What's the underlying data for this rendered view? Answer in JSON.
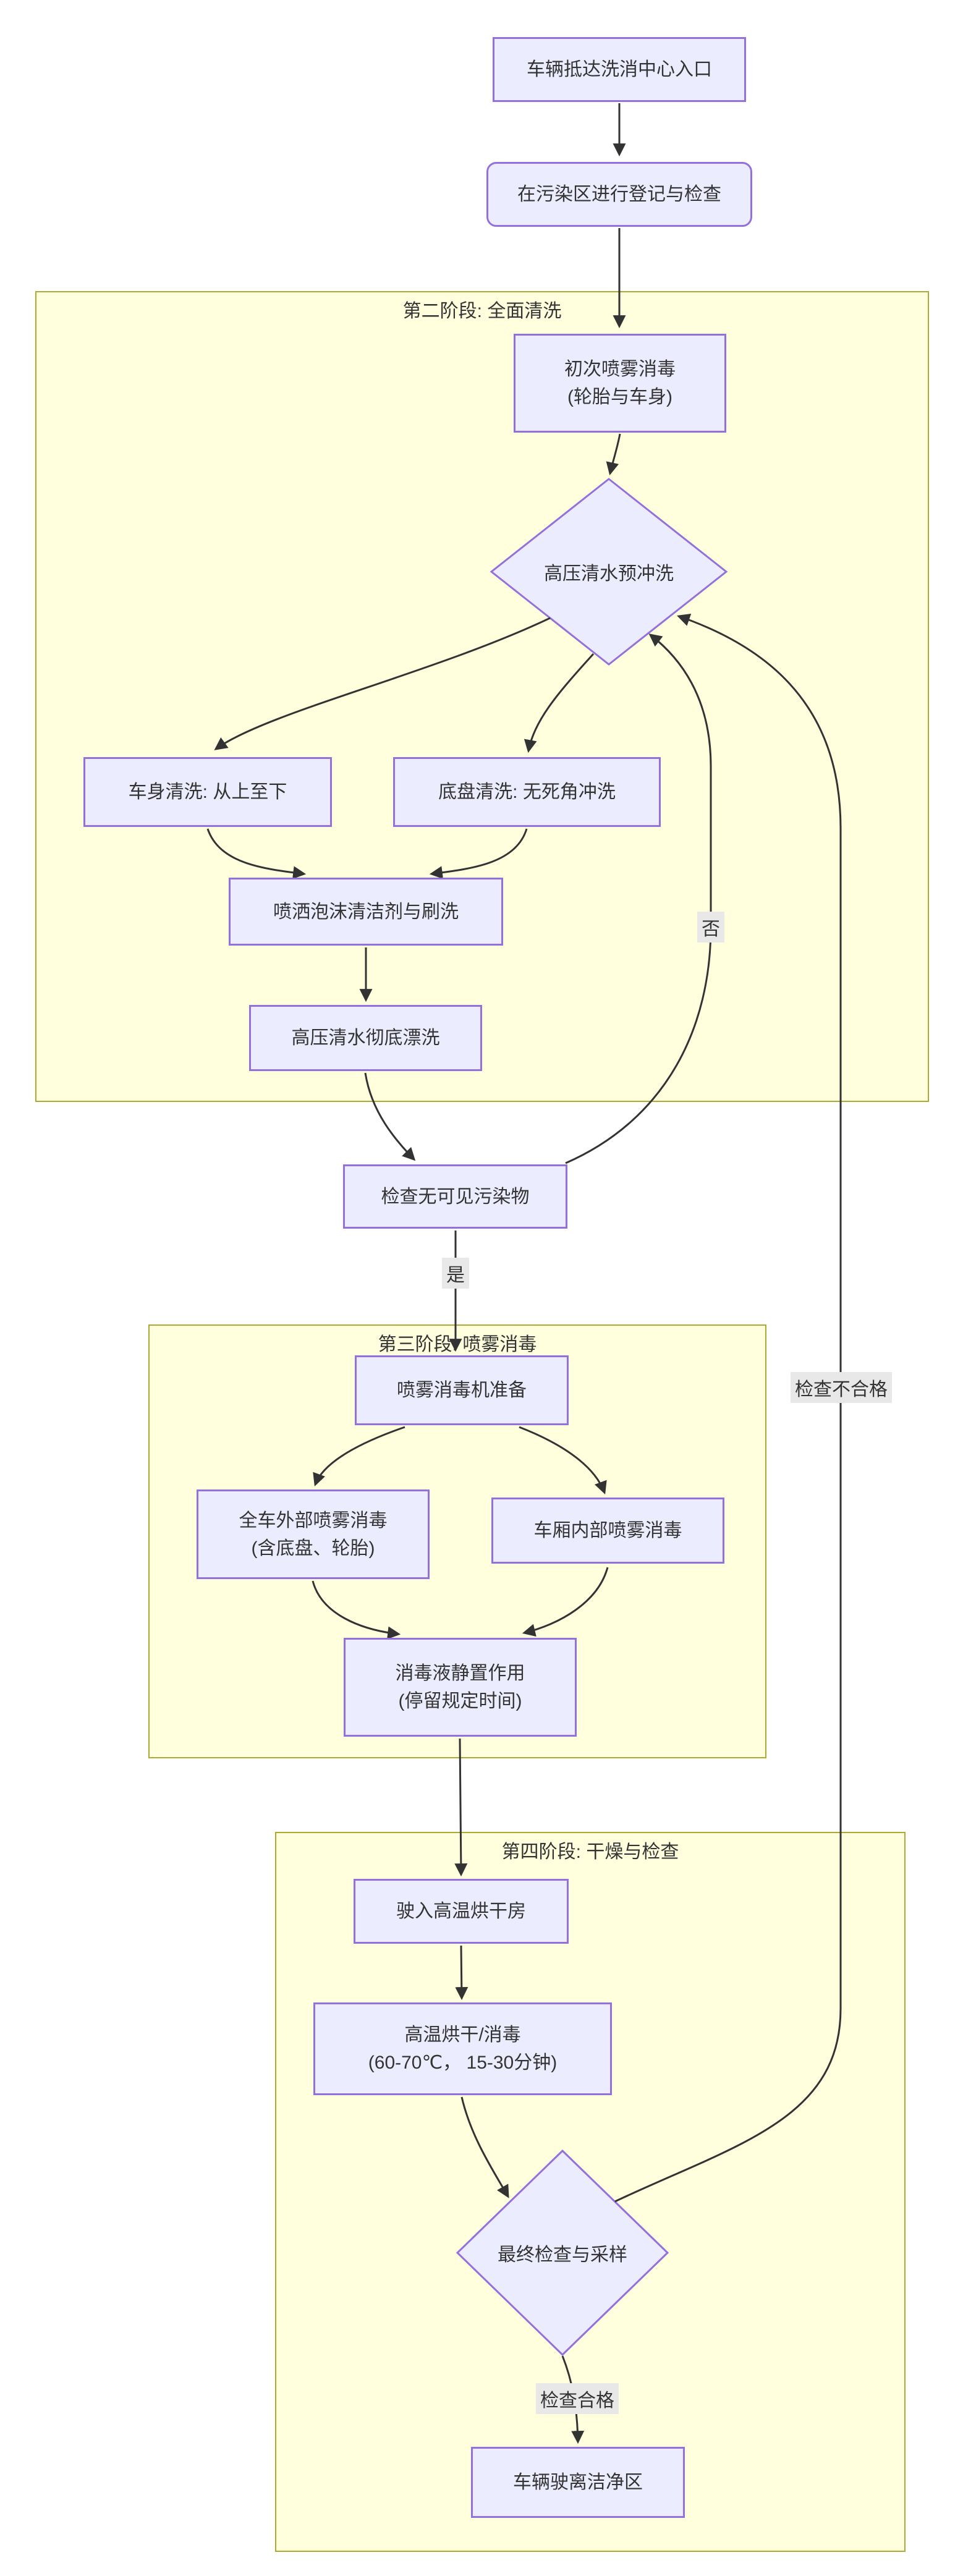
{
  "diagram": {
    "type": "flowchart",
    "colors": {
      "node_fill": "#ECECFF",
      "node_border": "#9370DB",
      "cluster_fill": "#FFFFDE",
      "cluster_border": "#AAAA33",
      "edge": "#333333",
      "edge_label_bg": "#e8e8e8",
      "text": "#333333",
      "background": "#ffffff"
    },
    "clusters": {
      "stage2": {
        "title": "第二阶段: 全面清洗"
      },
      "stage3": {
        "title": "第三阶段: 喷雾消毒"
      },
      "stage4": {
        "title": "第四阶段: 干燥与检查"
      }
    },
    "nodes": {
      "arrive": {
        "label": "车辆抵达洗消中心入口",
        "shape": "rect"
      },
      "register": {
        "label": "在污染区进行登记与检查",
        "shape": "rounded"
      },
      "initial_spray": {
        "line1": "初次喷雾消毒",
        "line2": "(轮胎与车身)",
        "shape": "rect"
      },
      "pre_rinse": {
        "label": "高压清水预冲洗",
        "shape": "diamond"
      },
      "body_wash": {
        "label": "车身清洗: 从上至下",
        "shape": "rect"
      },
      "chassis_wash": {
        "label": "底盘清洗: 无死角冲洗",
        "shape": "rect"
      },
      "foam": {
        "label": "喷洒泡沫清洁剂与刷洗",
        "shape": "rect"
      },
      "final_rinse": {
        "label": "高压清水彻底漂洗",
        "shape": "rect"
      },
      "inspect_clean": {
        "label": "检查无可见污染物",
        "shape": "rect"
      },
      "sprayer_prep": {
        "label": "喷雾消毒机准备",
        "shape": "rect"
      },
      "exterior_spray": {
        "line1": "全车外部喷雾消毒",
        "line2": "(含底盘、轮胎)",
        "shape": "rect"
      },
      "cabin_spray": {
        "label": "车厢内部喷雾消毒",
        "shape": "rect"
      },
      "dwell": {
        "line1": "消毒液静置作用",
        "line2": "(停留规定时间)",
        "shape": "rect"
      },
      "drying_room": {
        "label": "驶入高温烘干房",
        "shape": "rect"
      },
      "dry_disinfect": {
        "line1": "高温烘干/消毒",
        "line2": "(60-70℃， 15-30分钟)",
        "shape": "rect"
      },
      "final_check": {
        "label": "最终检查与采样",
        "shape": "diamond"
      },
      "depart": {
        "label": "车辆驶离洁净区",
        "shape": "rect"
      }
    },
    "edge_labels": {
      "yes": "是",
      "no": "否",
      "fail": "检查不合格",
      "pass": "检查合格"
    }
  }
}
